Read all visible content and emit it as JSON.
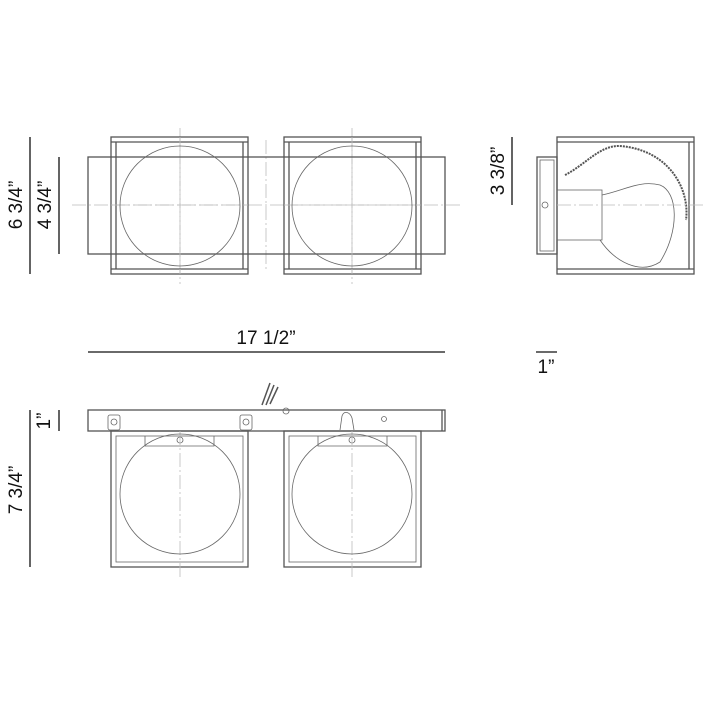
{
  "dimensions": {
    "top_view_height_overall": "6 3/4”",
    "top_view_height_backplate": "4 3/4”",
    "side_view_depth": "3 3/8”",
    "side_view_backplate": "1”",
    "overall_width": "17 1/2”",
    "front_view_height": "7 3/4”",
    "front_view_backplate": "1”"
  }
}
